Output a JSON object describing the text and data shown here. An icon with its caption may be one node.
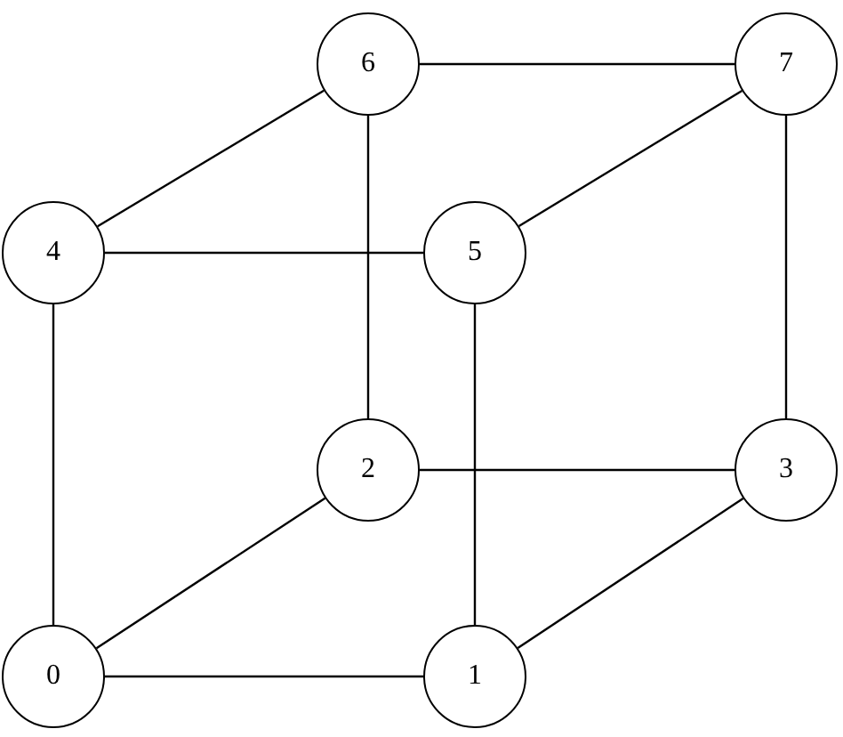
{
  "diagram": {
    "nodes": [
      {
        "text": [
          "6"
        ]
      },
      {
        "text": [
          "7"
        ]
      },
      {
        "text": [
          "4"
        ]
      },
      {
        "text": [
          "5"
        ]
      },
      {
        "text": [
          "2"
        ]
      },
      {
        "text": [
          "3"
        ]
      },
      {
        "text": [
          "0"
        ]
      },
      {
        "text": [
          "1"
        ]
      }
    ],
    "edges": [
      {
        "from": 0,
        "to": 1,
        "arrow": "none"
      },
      {
        "from": 0,
        "to": 2,
        "arrow": "none"
      },
      {
        "from": 0,
        "to": 4,
        "arrow": "none"
      },
      {
        "from": 1,
        "to": 3,
        "arrow": "none"
      },
      {
        "from": 1,
        "to": 5,
        "arrow": "none"
      },
      {
        "from": 2,
        "to": 3,
        "arrow": "none"
      },
      {
        "from": 2,
        "to": 6,
        "arrow": "none"
      },
      {
        "from": 3,
        "to": 7,
        "arrow": "none"
      },
      {
        "from": 4,
        "to": 5,
        "arrow": "none"
      },
      {
        "from": 4,
        "to": 6,
        "arrow": "none"
      },
      {
        "from": 6,
        "to": 7,
        "arrow": "none"
      },
      {
        "from": 7,
        "to": 5,
        "arrow": "none"
      }
    ]
  }
}
